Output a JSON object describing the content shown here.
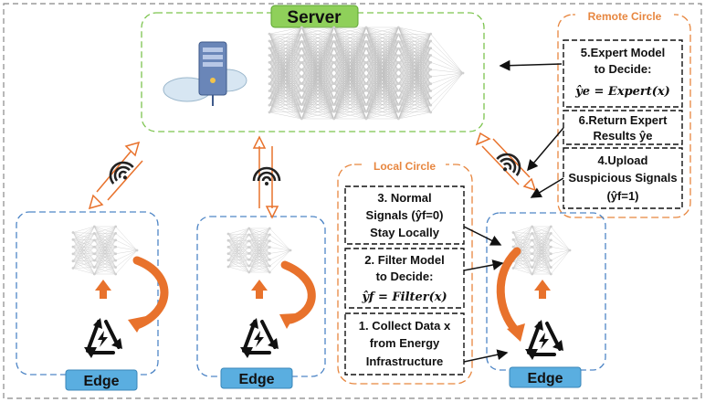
{
  "server": {
    "title": "Server"
  },
  "remote_circle": {
    "title": "Remote Circle",
    "step5": {
      "line1": "5.Expert Model",
      "line2": "to Decide:",
      "formula": "ŷe = Expert(x)"
    },
    "step6": {
      "line1": "6.Return Expert",
      "line2": "Results ŷe"
    },
    "step4": {
      "line1": "4.Upload",
      "line2": "Suspicious Signals",
      "line3": "(ŷf=1)"
    }
  },
  "local_circle": {
    "title": "Local Circle",
    "step3": {
      "line1": "3. Normal",
      "line2": "Signals (ŷf=0)",
      "line3": "Stay Locally"
    },
    "step2": {
      "line1": "2. Filter Model",
      "line2": "to Decide:",
      "formula": "ŷf = Filter(x)"
    },
    "step1": {
      "line1": "1. Collect Data x",
      "line2": "from Energy",
      "line3": "Infrastructure"
    }
  },
  "edges": [
    {
      "label": "Edge"
    },
    {
      "label": "Edge"
    },
    {
      "label": "Edge"
    }
  ],
  "colors": {
    "server_border": "#7cc44e",
    "edge_border": "#4f86c6",
    "edge_label_bg": "#5aaee0",
    "circle_border": "#e7863f",
    "circle_title": "#e7863f",
    "arrow_orange": "#e8722c",
    "outer_border": "#888888"
  },
  "icons": [
    "server-cloud-icon",
    "wifi-icon",
    "recycle-energy-icon",
    "neural-network-icon"
  ]
}
